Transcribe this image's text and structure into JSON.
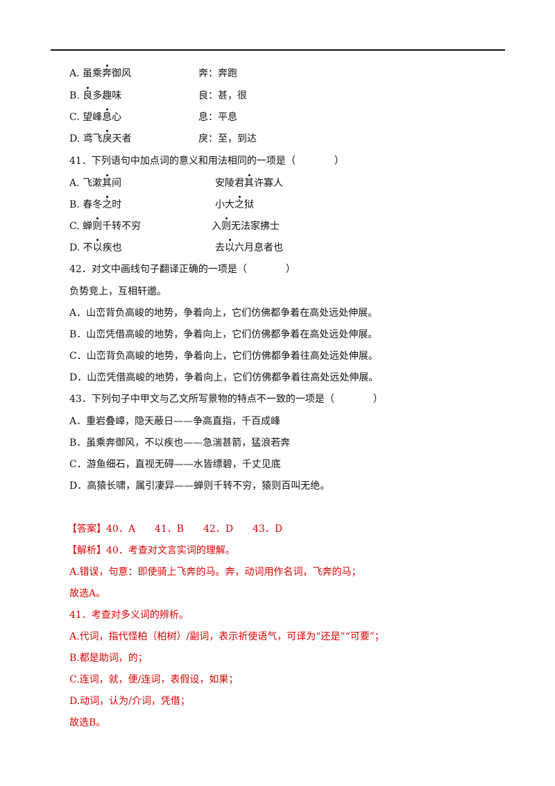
{
  "q40_options": [
    {
      "label": "A.",
      "pre": "虽乘",
      "dot": "奔",
      "post": "御风",
      "meaning": "奔：奔跑"
    },
    {
      "label": "B.",
      "pre": "",
      "dot": "良",
      "post": "多趣味",
      "meaning": "良：甚，很"
    },
    {
      "label": "C.",
      "pre": "望峰",
      "dot": "息",
      "post": "心",
      "meaning": "息：平息"
    },
    {
      "label": "D.",
      "pre": "鸢飞",
      "dot": "戾",
      "post": "天者",
      "meaning": "戾：至，到达"
    }
  ],
  "q41": {
    "stem": "41．下列语句中加点词的意义和用法相同的一项是（　　　　）",
    "options": [
      {
        "label": "A.",
        "l_pre": "飞漱",
        "l_dot": "其",
        "l_post": "间",
        "r_pre": "安陵君",
        "r_dot": "其",
        "r_post": "许寡人"
      },
      {
        "label": "B.",
        "l_pre": "春冬",
        "l_dot": "之",
        "l_post": "时",
        "r_pre": "小大",
        "r_dot": "之",
        "r_post": "狱"
      },
      {
        "label": "C.",
        "l_pre": "蝉",
        "l_dot": "则",
        "l_post": "千转不穷",
        "r_pre": "入",
        "r_dot": "则",
        "r_post": "无法家拂士"
      },
      {
        "label": "D.",
        "l_pre": "不",
        "l_dot": "以",
        "l_post": "疾也",
        "r_pre": "去",
        "r_dot": "以",
        "r_post": "六月息者也"
      }
    ]
  },
  "q42": {
    "stem": "42．对文中画线句子翻译正确的一项是（　　　　）",
    "sentence": "负势竞上，互相轩邈。",
    "options": [
      "A．山峦背负高峻的地势，争着向上，它们仿佛都争着在高处远处伸展。",
      "B．山峦凭借高峻的地势，争着向上，它们仿佛都争着在高处远处伸展。",
      "C．山峦背负高峻的地势，争着向上，它们仿佛都争着往高处远处伸展。",
      "D．山峦凭借高峻的地势，争着向上，它们仿佛都争着往高处远处伸展。"
    ]
  },
  "q43": {
    "stem": "43．下列句子中甲文与乙文所写景物的特点不一致的一项是（　　　　）",
    "options": [
      "A．重岩叠嶂，隐天蔽日——争高直指，千百成峰",
      "B．虽乘奔御风，不以疾也——急湍甚箭，猛浪若奔",
      "C．游鱼细石，直视无碍——水皆缥碧，千丈见底",
      "D．高猿长啸，属引凄异——蝉则千转不穷，猿则百叫无绝。"
    ]
  },
  "answer": {
    "label": "【答案】",
    "text": "40．A　　41．B　　42．D　　43．D"
  },
  "analysis": {
    "label": "【解析】",
    "lines": [
      "40．考查对文言实词的理解。",
      "A.错误，句意：即使骑上飞奔的马。奔，动词用作名词，飞奔的马；",
      "故选A。",
      "41．考查对多义词的辨析。",
      "A.代词，指代怪柏（柏树）/副词，表示祈使语气，可译为“还是”“可要”；",
      "B.都是助词，的；",
      "C.连词，就，便/连词，表假设，如果；",
      "D.动词，认为/介词，凭借；",
      "故选B。"
    ]
  }
}
